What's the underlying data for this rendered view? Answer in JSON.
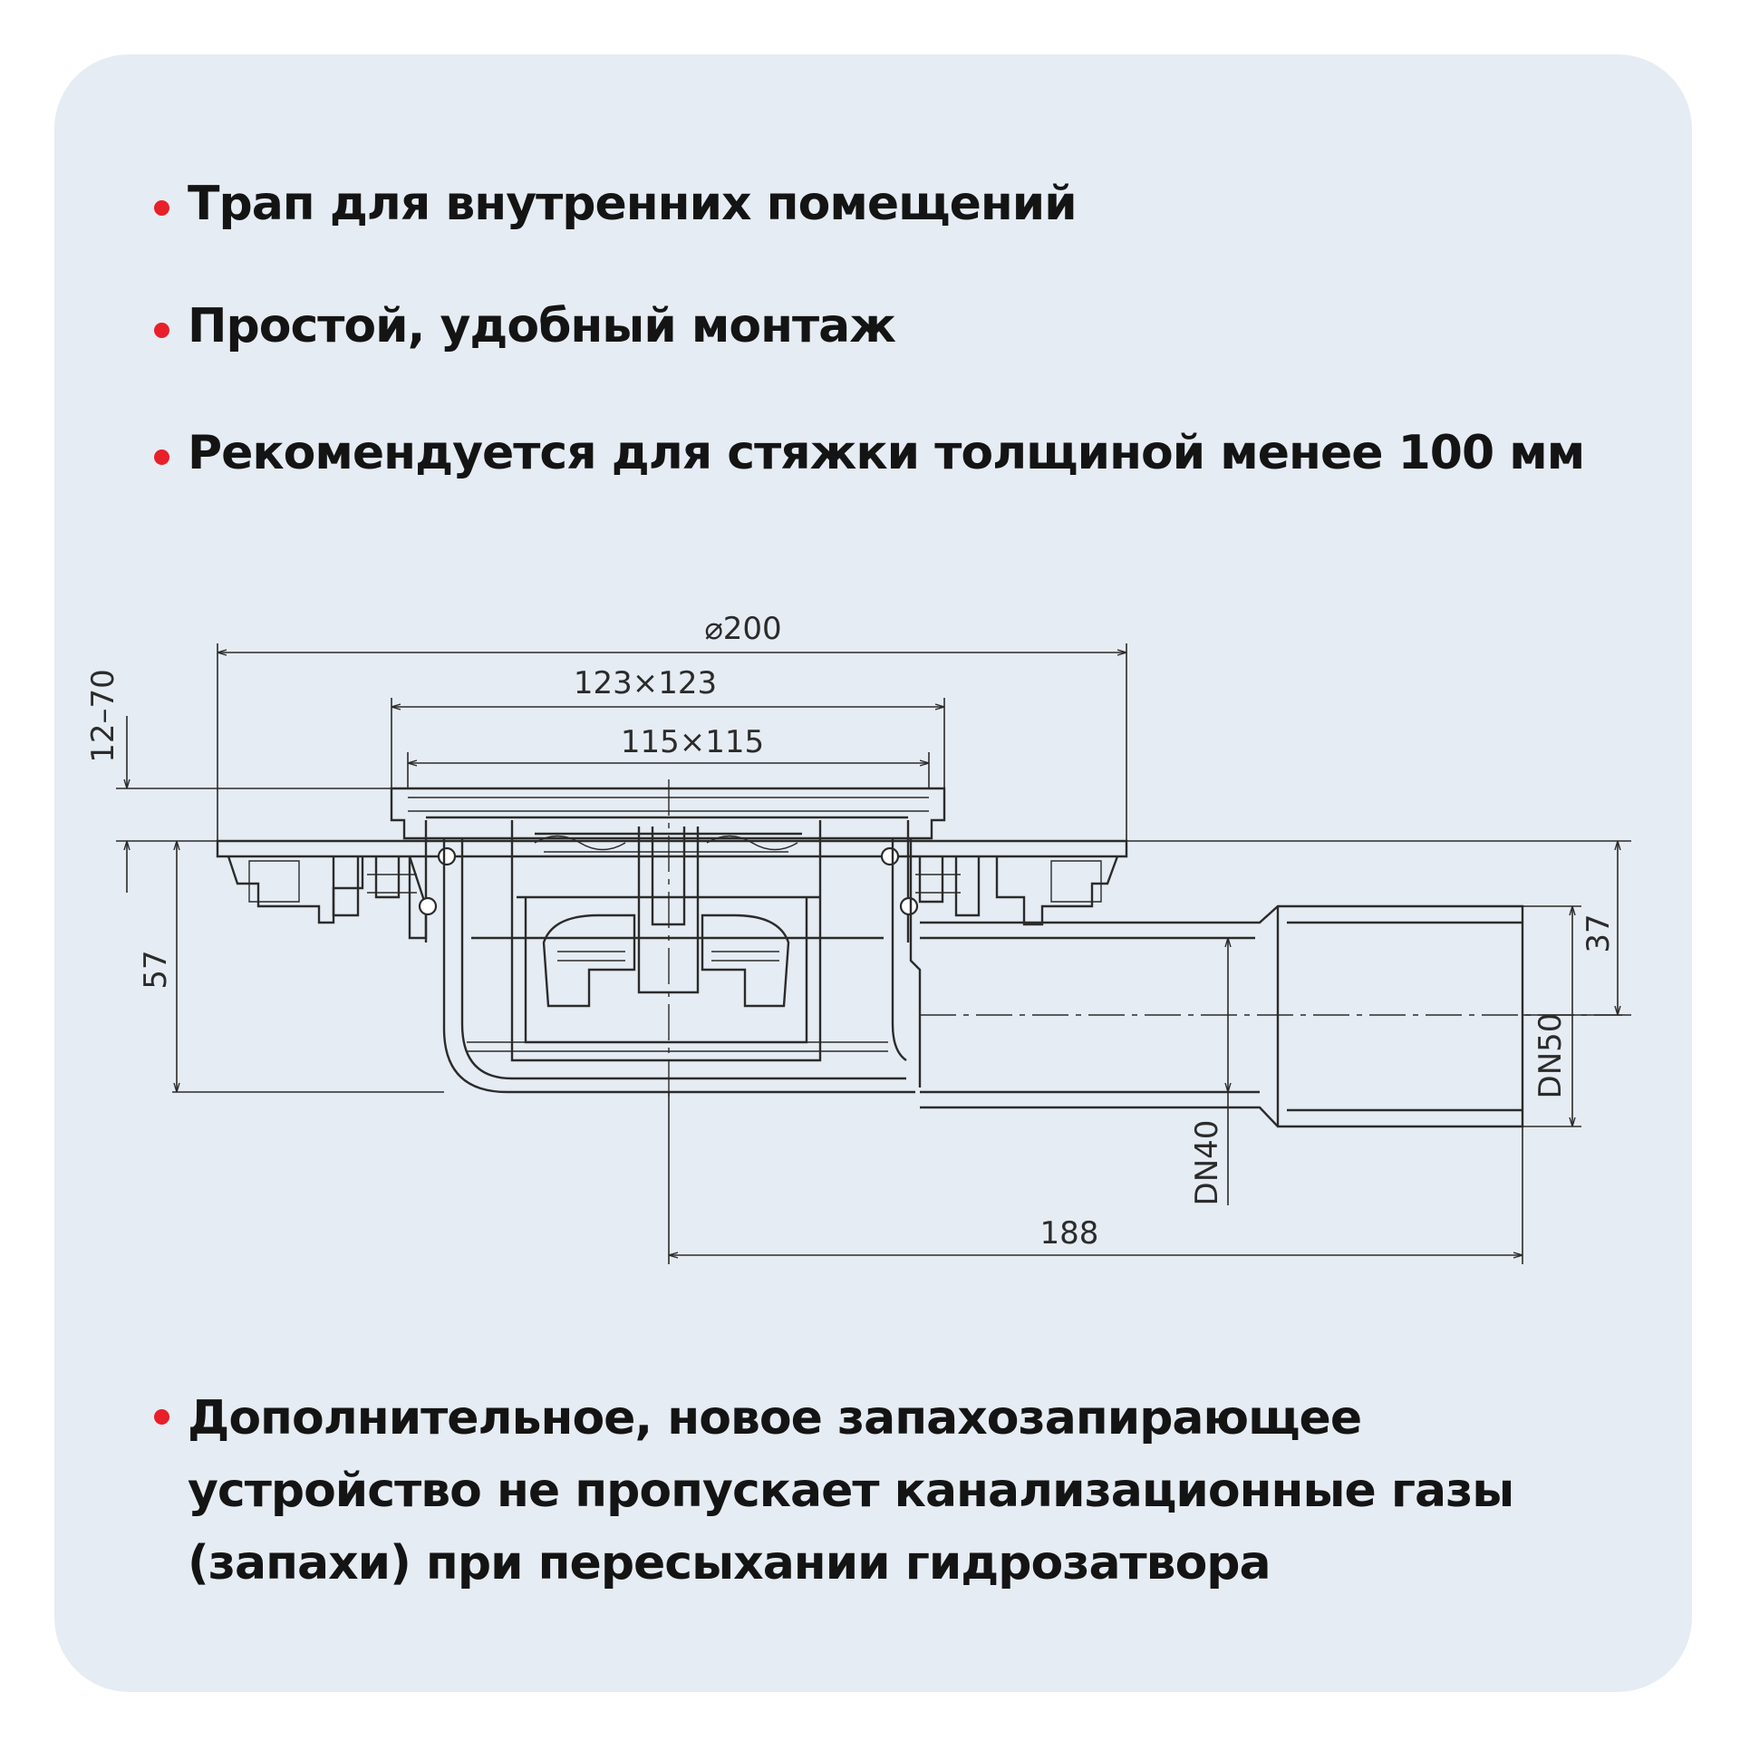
{
  "features": [
    {
      "lines": [
        "Трап для внутренних помещений"
      ]
    },
    {
      "lines": [
        "Простой, удобный монтаж"
      ]
    },
    {
      "lines": [
        "Рекомендуется для стяжки толщиной менее 100 мм"
      ]
    },
    {
      "lines": [
        "Дополнительное, новое запахозапирающее",
        "устройство не пропускает канализационные газы",
        "(запахи) при пересыхании гидрозатвора"
      ]
    }
  ],
  "accent_color": "#e8202a",
  "card_color": "#e6ecf3",
  "dimensions": {
    "diameter": "⌀200",
    "frame": "123×123",
    "grate": "115×115",
    "height_adjust": "12–70",
    "body_height": "57",
    "outlet_height": "37",
    "outlet_small": "DN40",
    "outlet_large": "DN50",
    "outlet_length": "188"
  }
}
